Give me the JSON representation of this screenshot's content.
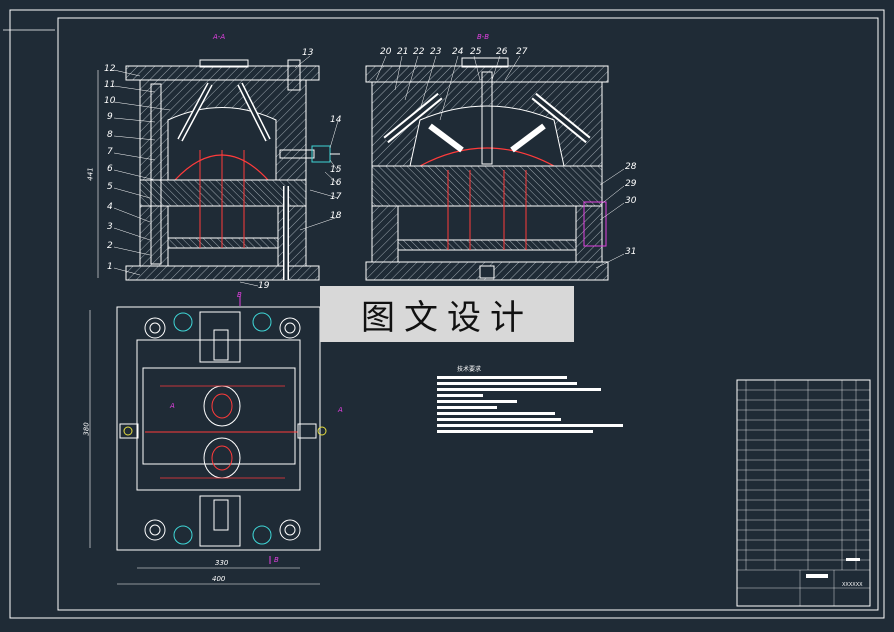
{
  "drawing": {
    "section_labels": {
      "left": "A-A",
      "right": "B-B"
    },
    "part_numbers_left": [
      "1",
      "2",
      "3",
      "4",
      "5",
      "6",
      "7",
      "8",
      "9",
      "10",
      "11",
      "12"
    ],
    "part_numbers_top_left": [
      "13",
      "14",
      "15",
      "16",
      "17",
      "18",
      "19"
    ],
    "part_numbers_top_right": [
      "20",
      "21",
      "22",
      "23",
      "24",
      "25",
      "26",
      "27"
    ],
    "part_numbers_right": [
      "28",
      "29",
      "30",
      "31"
    ],
    "dimension_height": "441",
    "dimension_width_inner": "330",
    "dimension_width_outer": "400",
    "dimension_height_plan": "380",
    "view_markers": {
      "b": "B",
      "a": "A"
    }
  },
  "watermark": "图文设计",
  "notes": {
    "title": "技术要求"
  },
  "title_block": {
    "drawing_no": "XXXXXX"
  },
  "colors": {
    "background": "#1f2b36",
    "line": "#ffffff",
    "red": "#ff3b3b",
    "magenta": "#e040e0",
    "cyan": "#3fd6d6",
    "yellow": "#e8e040",
    "hatch": "#c8c8c8"
  }
}
